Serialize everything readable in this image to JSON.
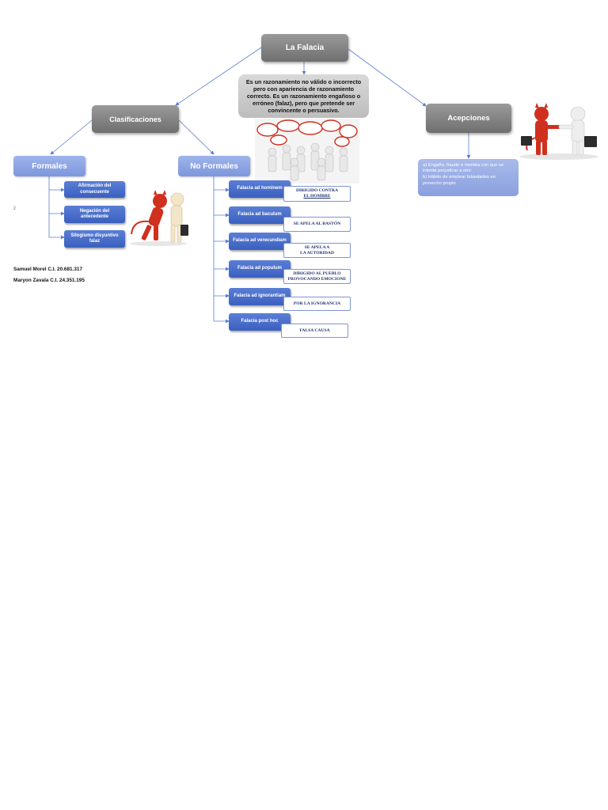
{
  "root": {
    "title": "La Falacia",
    "definition": "Es un razonamiento no válido o incorrecto pero con apariencia de razonamiento correcto. Es un razonamiento engañoso o erróneo (falaz), pero que pretende ser convincente o persuasivo."
  },
  "clasificaciones": {
    "title": "Clasificaciones"
  },
  "acepciones": {
    "title": "Acepciones",
    "items": [
      "a)  Engaño, fraude o mentira con que se intenta perjudicar a otro",
      "b)  Hábito de emplear falsedades en provecho propio"
    ]
  },
  "formales": {
    "title": "Formales",
    "items": [
      "Afirmación del consecuente",
      "Negación del antecedente",
      "Silogismo disyuntivo falaz"
    ]
  },
  "no_formales": {
    "title": "No Formales",
    "items": [
      {
        "name": "Falacia ad hominem",
        "note_lines": [
          "DIRIGIDO CONTRA",
          "EL HOMBRE"
        ]
      },
      {
        "name": "Falacia ad baculum",
        "note_lines": [
          "SE APELA AL BASTÓN"
        ]
      },
      {
        "name": "Falacia ad verecundiam",
        "note_lines": [
          "SE APELA A",
          "LA AUTORIDAD"
        ]
      },
      {
        "name": "Falacia ad populum",
        "note_lines": [
          "DIRIGIDO AL PUEBLO",
          "PROVOCANDO EMOCIONE"
        ]
      },
      {
        "name": "Falacia ad ignorantiam",
        "note_lines": [
          "POR LA IGNORANCIA"
        ]
      },
      {
        "name": "Falacia post hoc",
        "note_lines": [
          "FALSA CAUSA"
        ]
      }
    ]
  },
  "authors": [
    "Samuel Morel C.I. 20.681.317",
    "Maryon Zavala C.I. 24.351.195"
  ],
  "stray_mark": "2",
  "colors": {
    "grey": "#7f7f7f",
    "light_blue": "#8ea3e3",
    "dark_blue": "#3f63c4",
    "connector": "#5b7bd0",
    "devil_red": "#d0301e"
  }
}
